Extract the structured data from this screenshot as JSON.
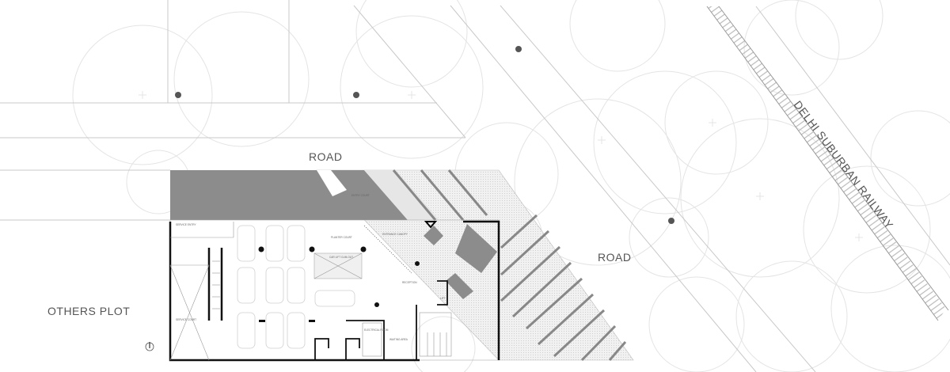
{
  "drawing": {
    "labels": {
      "road_north": "ROAD",
      "road_east": "ROAD",
      "others_plot": "OTHERS PLOT",
      "railway": "DELHI SUBURBAN RAILWAY"
    },
    "rooms": {
      "service_entry": "SERVICE ENTRY",
      "planter_court": "PLANTER COURT",
      "entrance_canopy": "ENTRANCE CANOPY",
      "car_lift": "CAR LIFT CUM-OUT",
      "reception": "RECEPTION",
      "lift": "LIFT",
      "electrical_room": "ELECTRICAL ROOM",
      "waiting_area": "WAITING AREA",
      "service_court": "SERVICE COURT",
      "entry_court": "ENTRY COURT"
    },
    "icons": {
      "north": "north-arrow-icon"
    },
    "colors": {
      "dark_fill": "#8c8c8c",
      "hatch": "#ececec",
      "wall": "#111111",
      "line": "#c8c8c8",
      "tree": "#e4e4e4",
      "dot": "#555555"
    }
  }
}
